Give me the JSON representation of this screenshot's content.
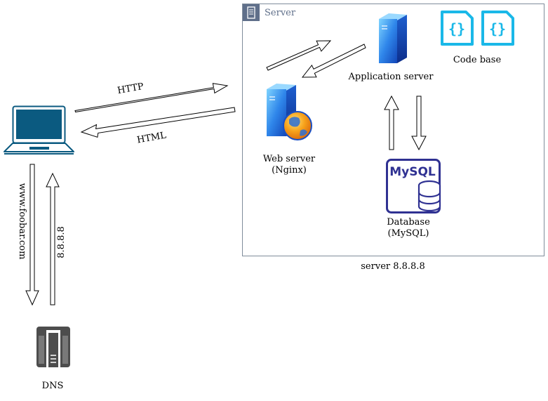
{
  "group": {
    "title": "Server",
    "caption": "server 8.8.8.8"
  },
  "nodes": {
    "client": {
      "icon": "laptop-icon"
    },
    "dns": {
      "label": "DNS",
      "icon": "server-rack-icon"
    },
    "web_server": {
      "label_line1": "Web server",
      "label_line2": "(Nginx)",
      "icon": "web-server-globe-icon"
    },
    "app_server": {
      "label": "Application server",
      "icon": "server-tower-icon"
    },
    "code_base": {
      "label": "Code base",
      "icon": "code-file-icon"
    },
    "database": {
      "label_line1": "Database",
      "label_line2": "(MySQL)",
      "icon": "mysql-database-icon",
      "logo_text": "MySQL"
    }
  },
  "edges": {
    "http": "HTTP",
    "html": "HTML",
    "dns_query": "www.foobar.com",
    "dns_answer": "8.8.8.8"
  },
  "colors": {
    "group_border": "#7f8c9b",
    "server_tab": "#5f6f8a",
    "laptop": "#0b5a80",
    "code_icon": "#1ab8e8",
    "mysql": "#2f3192",
    "dns_icon": "#4d4d4d"
  }
}
